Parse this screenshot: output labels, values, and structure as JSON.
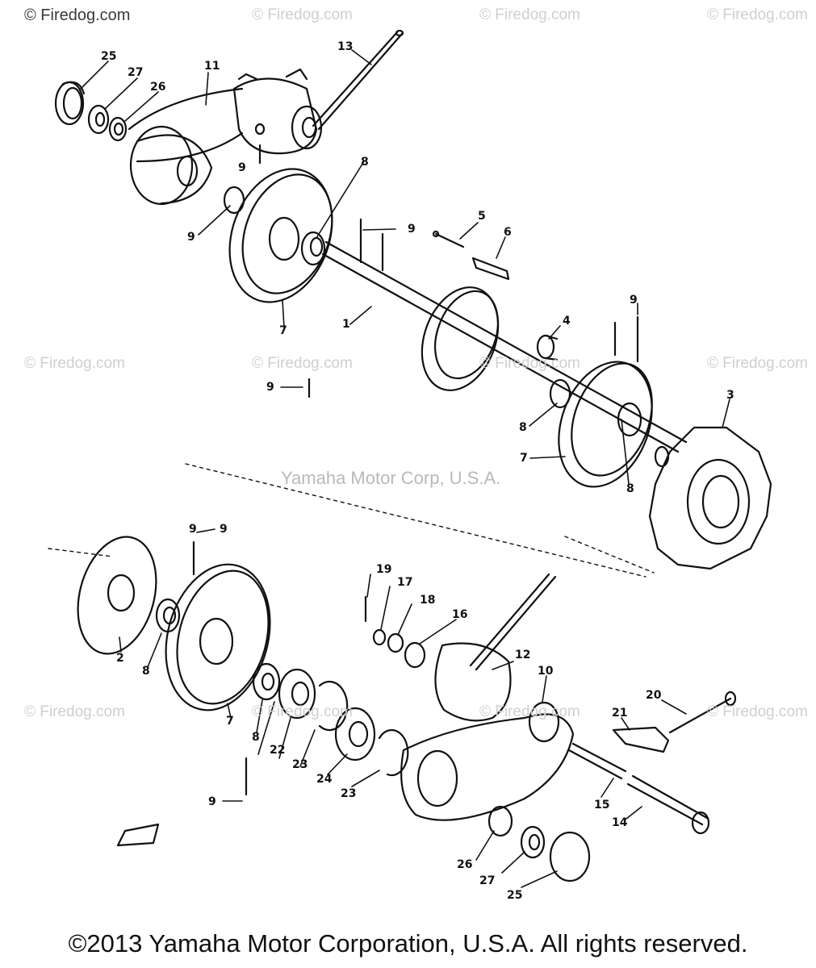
{
  "watermarks": {
    "top_left": "© Firedog.com",
    "repeat": "© Firedog.com",
    "center": "Yamaha Motor Corp, U.S.A."
  },
  "footer": {
    "copyright": "©2013 Yamaha Motor Corporation, U.S.A. All rights reserved."
  },
  "callouts": [
    "25",
    "27",
    "26",
    "11",
    "13",
    "9",
    "8",
    "5",
    "6",
    "1",
    "7",
    "4",
    "3",
    "2",
    "19",
    "17",
    "18",
    "16",
    "12",
    "10",
    "20",
    "21",
    "22",
    "23",
    "24",
    "15",
    "14"
  ]
}
